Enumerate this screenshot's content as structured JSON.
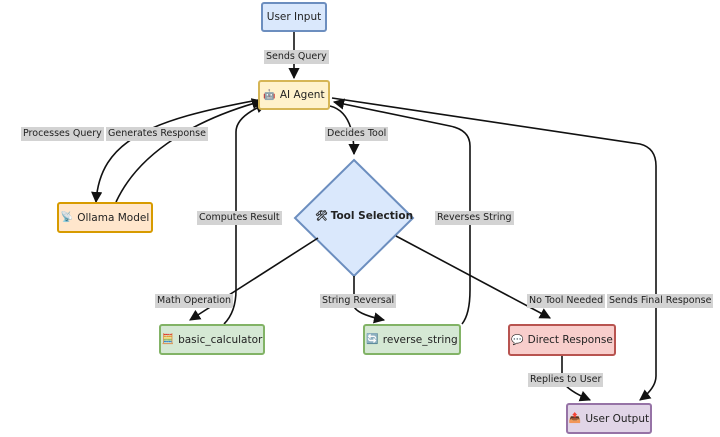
{
  "nodes": {
    "user_input": {
      "label": "User Input",
      "icon": ""
    },
    "ai_agent": {
      "label": "AI Agent",
      "icon": "🤖"
    },
    "ollama_model": {
      "label": "Ollama Model",
      "icon": "📡"
    },
    "tool_selection": {
      "label": "Tool Selection",
      "icon": "🛠"
    },
    "basic_calculator": {
      "label": "basic_calculator",
      "icon": "🧮"
    },
    "reverse_string": {
      "label": "reverse_string",
      "icon": "🔄"
    },
    "direct_response": {
      "label": "Direct Response",
      "icon": "💬"
    },
    "user_output": {
      "label": "User Output",
      "icon": "📤"
    }
  },
  "edges": {
    "sends_query": "Sends Query",
    "processes_query": "Processes Query",
    "generates_response": "Generates Response",
    "decides_tool": "Decides Tool",
    "computes_result": "Computes Result",
    "reverses_string": "Reverses String",
    "math_operation": "Math Operation",
    "string_reversal": "String Reversal",
    "no_tool_needed": "No Tool Needed",
    "sends_final_response": "Sends Final Response",
    "replies_to_user": "Replies to User"
  },
  "colors": {
    "edge": "#111111",
    "diamond_fill": "#dae8fc",
    "diamond_stroke": "#6c8ebf"
  }
}
